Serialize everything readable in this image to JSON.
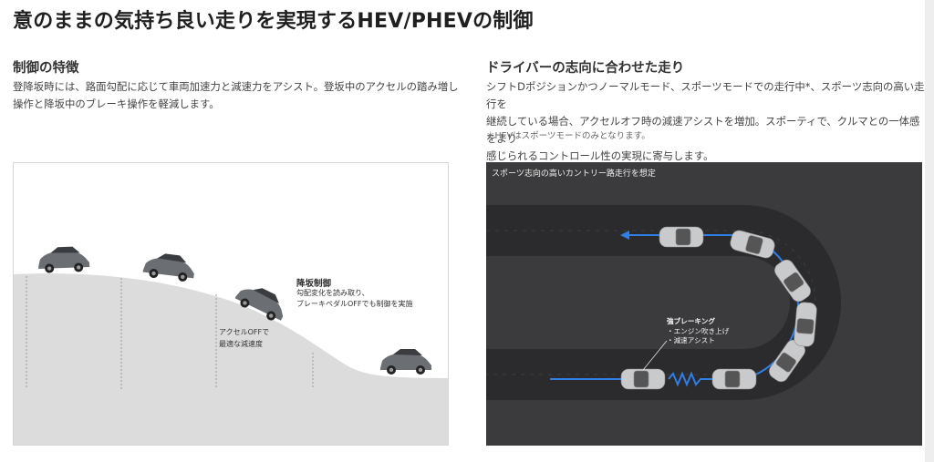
{
  "page": {
    "title": "意のままの気持ち良い走りを実現するHEV/PHEVの制御"
  },
  "left": {
    "heading": "制御の特徴",
    "body_line1": "登降坂時には、路面勾配に応じて車両加速力と減速力をアシスト。登坂中のアクセルの踏み増し",
    "body_line2": "操作と降坂中のブレーキ操作を軽減します。",
    "figure": {
      "label_descent_title": "降坂制御",
      "label_descent_line1": "勾配変化を読み取り、",
      "label_descent_line2": "ブレーキペダルOFFでも制御を実施",
      "label_accel_line1": "アクセルOFFで",
      "label_accel_line2": "最適な減速度"
    }
  },
  "right": {
    "heading": "ドライバーの志向に合わせた走り",
    "body_line1": "シフトDポジションかつノーマルモード、スポーツモードでの走行中*、スポーツ志向の高い走行を",
    "body_line2": "継続している場合、アクセルオフ時の減速アシストを増加。スポーティで、クルマとの一体感をより",
    "body_line3": "感じられるコントロール性の実現に寄与します。",
    "note": "＊HEVはスポーツモードのみとなります。",
    "figure": {
      "caption": "スポーツ志向の高いカントリー路走行を想定",
      "label_title": "強ブレーキング",
      "label_item1": "・エンジン吹き上げ",
      "label_item2": "・減速アシスト"
    }
  },
  "colors": {
    "road_dark": "#2b2b2d",
    "path_blue": "#2f7fe6",
    "hill_fill": "#dcdcdc"
  }
}
